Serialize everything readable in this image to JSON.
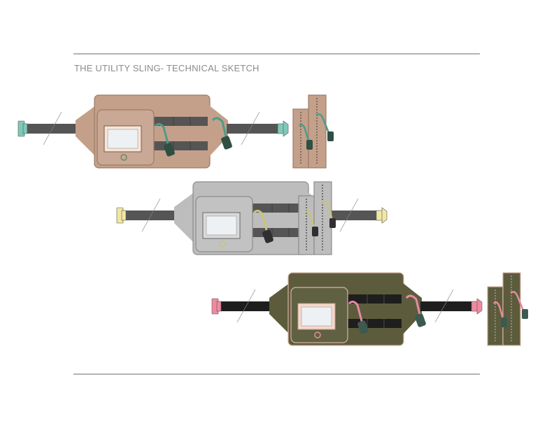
{
  "header": {
    "title": "THE UTILITY SLING- TECHNICAL SKETCH"
  },
  "colorways": [
    {
      "name": "tan",
      "body": "#c4a08a",
      "pocket": "#c9a895",
      "strap": "#555555",
      "buckle": "#7fc9b9",
      "zipper_pull": "#4a9c8a",
      "trim": "#9a7b68"
    },
    {
      "name": "grey",
      "body": "#bdbdbd",
      "pocket": "#c2c2c2",
      "strap": "#555555",
      "buckle": "#f2e7a2",
      "zipper_pull": "#c9c37a",
      "trim": "#8c8c8c"
    },
    {
      "name": "olive",
      "body": "#5c5c3d",
      "pocket": "#606042",
      "strap": "#1e1e1e",
      "buckle": "#f08aa0",
      "zipper_pull": "#e78aa0",
      "trim": "#d8b3a0"
    }
  ]
}
